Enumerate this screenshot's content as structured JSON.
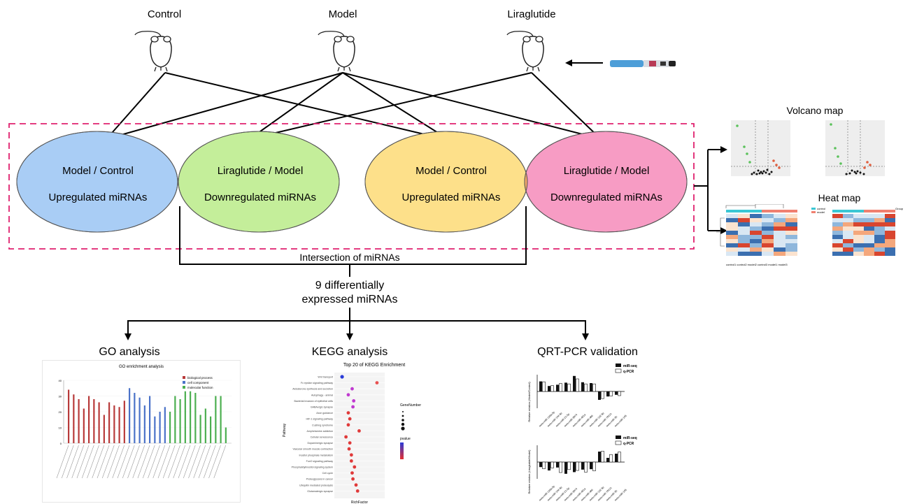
{
  "groups": {
    "control": "Control",
    "model": "Model",
    "liraglutide": "Liraglutide"
  },
  "ellipses": [
    {
      "title": "Model / Control",
      "sub": "Upregulated  miRNAs",
      "color": "#a9cdf5"
    },
    {
      "title": "Liraglutide / Model",
      "sub": "Downregulated  miRNAs",
      "color": "#c4ee9a"
    },
    {
      "title": "Model / Control",
      "sub": "Upregulated  miRNAs",
      "color": "#fde08a"
    },
    {
      "title": "Liraglutide / Model",
      "sub": "Downregulated  miRNAs",
      "color": "#f79cc4"
    }
  ],
  "colors": {
    "overlap_left": "#6fbeb5",
    "overlap_right": "#f4a86a",
    "dashed_box": "#e0206e"
  },
  "intersection_label": "Intersection of miRNAs",
  "result_line1": "9 differentially",
  "result_line2": "expressed miRNAs",
  "right_panel": {
    "volcano_title": "Volcano map",
    "heat_title": "Heat map",
    "heat_cols_left": "control1 control2 model2 control3 model1 model3",
    "heat_legend_control": "control",
    "heat_legend_model": "model",
    "heat_legend_group": "Group"
  },
  "analyses": {
    "go": "GO analysis",
    "kegg": "KEGG analysis",
    "qpcr": "QRT-PCR validation"
  },
  "go_chart": {
    "title": "GO enrichment analysis",
    "legend": [
      "biological process",
      "cell component",
      "molecular function"
    ],
    "colors": [
      "#b83a3a",
      "#4a72c8",
      "#4caf50"
    ],
    "values": [
      34,
      31,
      28,
      22,
      30,
      28,
      26,
      18,
      26,
      24,
      23,
      27,
      35,
      32,
      29,
      24,
      30,
      17,
      20,
      23,
      20,
      30,
      28,
      33,
      33,
      32,
      18,
      22,
      17,
      30,
      30,
      10
    ]
  },
  "kegg_chart": {
    "title": "Top 20 of KEGG Enrichment",
    "ylabel": "Pathway",
    "xlabel": "RichFactor",
    "size_legend_title": "GeneNumber",
    "color_legend_title": "pvalue",
    "pathways": [
      "Wnt transport",
      "Fc epsilon signaling pathway",
      "Aldosterone synthesis and secretion",
      "Autophagy - animal",
      "Bacterial invasion of epithelial cells",
      "GABAergic synapse",
      "Axon guidance",
      "HIF-1 signaling pathway",
      "Cushing syndrome",
      "Amphetamine addiction",
      "Cellular senescence",
      "Dopaminergic synapse",
      "Vascular smooth muscle contraction",
      "Inositol phosphate metabolism",
      "FoxO signaling pathway",
      "Phosphatidylinositol signaling system",
      "Cell cycle",
      "Proteoglycans in cancer",
      "Ubiquitin mediated proteolysis",
      "Glutamatergic synapse"
    ],
    "richfactor": [
      0.2,
      0.65,
      0.33,
      0.28,
      0.35,
      0.34,
      0.28,
      0.3,
      0.28,
      0.42,
      0.25,
      0.3,
      0.29,
      0.32,
      0.32,
      0.36,
      0.33,
      0.34,
      0.38,
      0.4
    ]
  },
  "qpcr_chart": {
    "legend": [
      "miR-seq",
      "q-PCR"
    ],
    "ylabel_top": "Relative relation (Model/Control)",
    "ylabel_bottom": "Relative relation (Liraglutide/Model)",
    "top_seq": [
      2.4,
      1.3,
      1.6,
      2.1,
      3.7,
      2.2,
      2.0,
      -2.0,
      -1.2,
      -0.8
    ],
    "top_qpcr": [
      2.3,
      1.4,
      1.9,
      1.8,
      3.0,
      1.8,
      1.8,
      -1.7,
      -1.1,
      -1.0
    ],
    "bottom_seq": [
      -1.2,
      -2.0,
      -1.3,
      -2.8,
      -2.4,
      -1.8,
      -1.7,
      2.5,
      1.0,
      2.0
    ],
    "bottom_qpcr": [
      -1.6,
      -1.4,
      -2.5,
      -1.8,
      -2.0,
      -2.4,
      -2.1,
      2.6,
      1.8,
      2.4
    ],
    "mirnas": [
      "mmu-miR-133a-5p",
      "mmu-miR-144-5p",
      "mmu-miR-21-5p",
      "mmu-miR-3074",
      "mmu-miR-451a",
      "mmu-miR-486",
      "mmu-miR-122-5p",
      "mmu-miR-7011b",
      "mmu-miR-3b",
      "mmu-miR-145"
    ]
  }
}
